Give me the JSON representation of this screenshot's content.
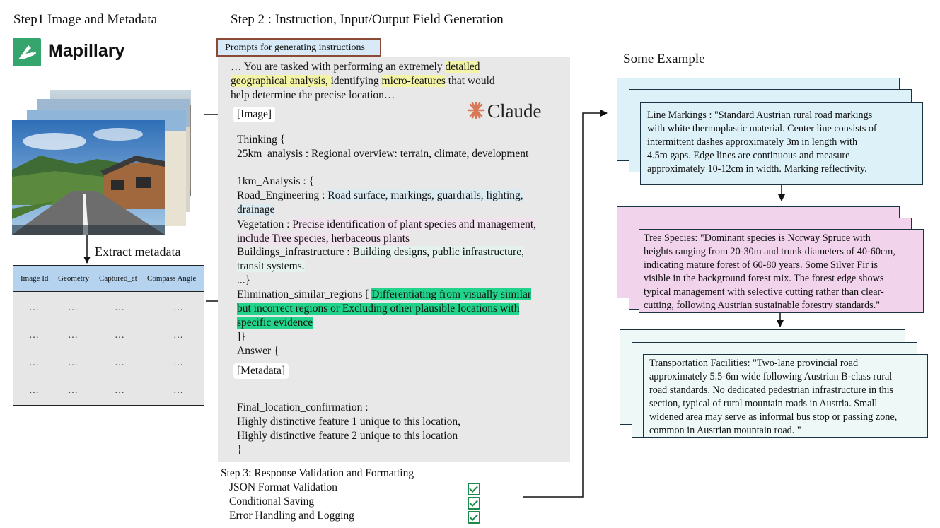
{
  "steps": {
    "step1_title": "Step1 Image and Metadata",
    "step2_title": "Step 2 : Instruction, Input/Output Field Generation",
    "step3_title": "Step 3: Response Validation and Formatting"
  },
  "mapillary": {
    "logo_text": "Mapillary",
    "brand_color": "#35a46d"
  },
  "extract_label": "Extract metadata",
  "metadata_table": {
    "columns": [
      "Image Id",
      "Geometry",
      "Captured_at",
      "Compass Angle"
    ],
    "rows": [
      [
        "…",
        "…",
        "…",
        "…"
      ],
      [
        "…",
        "…",
        "…",
        "…"
      ],
      [
        "…",
        "…",
        "…",
        "…"
      ],
      [
        "…",
        "…",
        "…",
        "…"
      ]
    ]
  },
  "prompt": {
    "tab_label": "Prompts for generating instructions",
    "intro_1a": "… You are tasked with performing an extremely ",
    "intro_1b": "detailed",
    "intro_2a": "geographical analysis, ",
    "intro_2b": " identifying ",
    "intro_2c": "micro-features",
    "intro_2d": " that would",
    "intro_3": "help determine the precise location…",
    "image_tag": "[Image]",
    "thinking_open": "Thinking  {",
    "analysis_25km": "25km_analysis : Regional overview: terrain, climate, development",
    "analysis_1km": "1km_Analysis : {",
    "road_key": "Road_Engineering : ",
    "road_val_1": "Road surface, markings, guardrails, lighting,",
    "road_val_2": "drainage",
    "veg_key": "Vegetation : ",
    "veg_val_1": "Precise identification of plant species and management,",
    "veg_val_2": "include Tree species, herbaceous plants",
    "bld_key": "Buildings_infrastructure : ",
    "bld_val_1": "Building designs, public infrastructure,",
    "bld_val_2": "transit systems.",
    "close_1": "...}",
    "elim_key": "Elimination_similar_regions [ ",
    "elim_val_1": "Differentiating from visually similar",
    "elim_val_2": "but incorrect regions or Excluding other plausible locations with",
    "elim_val_3": "specific evidence",
    "close_2": "]}",
    "answer_open": "Answer {",
    "metadata_tag": "[Metadata]",
    "final_key": "Final_location_confirmation :",
    "final_1": "Highly distinctive feature 1 unique to this location,",
    "final_2": "Highly distinctive feature 2 unique to this location",
    "close_3": "}"
  },
  "claude_logo": {
    "text": "Claude",
    "icon": "claude-starburst-icon",
    "color": "#d97757"
  },
  "step3_items": [
    "JSON Format Validation",
    "Conditional Saving",
    "Error Handling and Logging"
  ],
  "examples": {
    "title": "Some Example",
    "line_markings": [
      "Line Markings : \"Standard Austrian rural road markings",
      "with white thermoplastic material. Center line consists of",
      "intermittent dashes approximately 3m in length with",
      "4.5m gaps. Edge lines are continuous and measure",
      "approximately 10-12cm in width. Marking reflectivity."
    ],
    "tree_species": [
      "Tree Species: \"Dominant species is Norway Spruce with",
      "heights ranging from 20-30m and trunk diameters of 40-60cm,",
      "indicating mature forest of 60-80 years. Some Silver Fir is",
      "visible in the background forest mix. The forest edge shows",
      "typical management with selective  cutting rather than clear-",
      "cutting, following Austrian sustainable forestry standards.\""
    ],
    "transportation": [
      "Transportation Facilities: \"Two-lane provincial road",
      "approximately 5.5-6m wide following Austrian B-class rural",
      "road standards. No dedicated pedestrian infrastructure in this",
      "section, typical of rural mountain roads in Austria. Small",
      "widened area may serve as informal bus stop or passing zone,",
      "common in Austrian mountain road. \""
    ],
    "colors": {
      "blue_card": "#ddf1f8",
      "pink_card": "#f2d3ec",
      "mint_card": "#eef8f7"
    }
  }
}
